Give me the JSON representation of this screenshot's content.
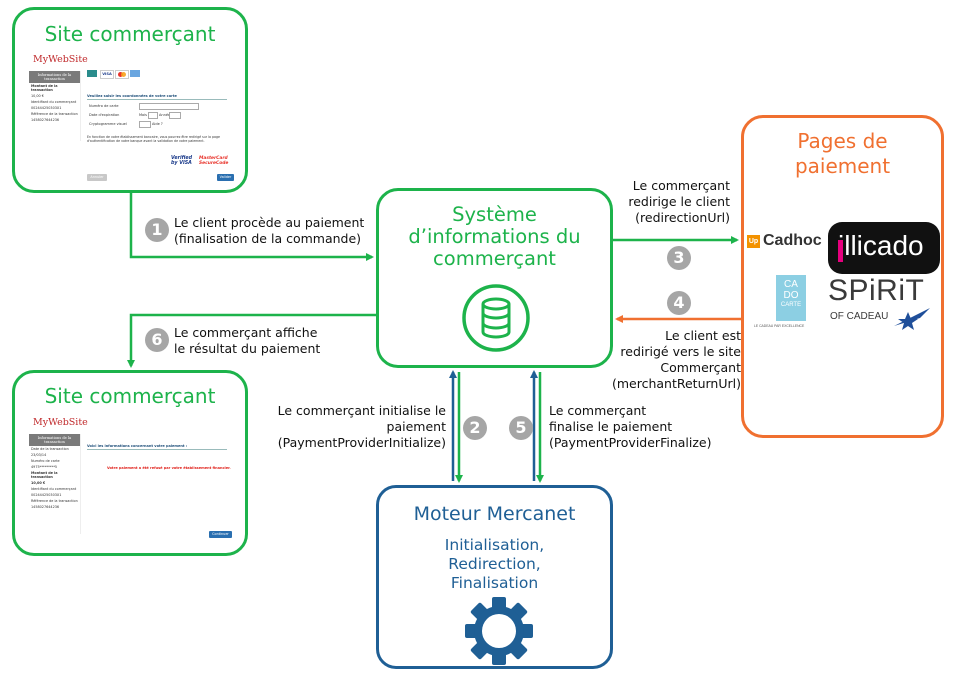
{
  "boxes": {
    "site_top_title": "Site commerçant",
    "site_bottom_title": "Site commerçant",
    "system_title_l1": "Système",
    "system_title_l2": "d’informations du",
    "system_title_l3": "commerçant",
    "payment_pages_l1": "Pages de",
    "payment_pages_l2": "paiement",
    "engine_title": "Moteur Mercanet",
    "engine_sub_l1": "Initialisation,",
    "engine_sub_l2": "Redirection,",
    "engine_sub_l3": "Finalisation"
  },
  "steps": [
    {
      "num": "1",
      "l1": "Le client procède au paiement",
      "l2": "(finalisation de la commande)"
    },
    {
      "num": "2",
      "l1": "Le commerçant initialise le",
      "l2": "paiement",
      "l3": "(PaymentProviderInitialize)"
    },
    {
      "num": "3",
      "l1": "Le commerçant",
      "l2": "redirige le client",
      "l3": "(redirectionUrl)"
    },
    {
      "num": "4",
      "l1": "Le  client est",
      "l2": "redirigé vers le site",
      "l3": "Commerçant",
      "l4": "(merchantReturnUrl)"
    },
    {
      "num": "5",
      "l1": "Le commerçant",
      "l2": "finalise le paiement",
      "l3": "(PaymentProviderFinalize)"
    },
    {
      "num": "6",
      "l1": "Le commerçant affiche",
      "l2": "le résultat du paiement"
    }
  ],
  "logos": {
    "cadhoc_up": "Up",
    "cadhoc": "Cadhoc",
    "illicado": "illicado",
    "cado_l1": "CA",
    "cado_l2": "DO",
    "cado_l3": "CARTE",
    "cado_tag": "LE CADEAU PAR EXCELLENCE",
    "spirit_l1": "SPiRiT",
    "spirit_l2": "OF CADEAU"
  },
  "mini_top": {
    "brand": "MyWebSite",
    "side_header": "Informations de la transaction",
    "side_lines": [
      "Montant de la transaction",
      "10,00 €",
      "Identifiant du commerçant",
      "002444250303X1",
      "Référence de la transaction",
      "1458027644236"
    ],
    "form_title": "Veuillez saisir les coordonnées de votre carte",
    "fields": [
      "Numéro de carte",
      "Date d'expiration",
      "Cryptogramme visuel"
    ],
    "field_extra": [
      "Mois",
      "Année",
      "Aide ?"
    ],
    "notice": "En fonction de votre établissement bancaire, vous pourrez être redirigé sur la page d'authentification de votre banque avant la validation de votre paiement.",
    "verified": "Verified by VISA",
    "securecode": "MasterCard SecureCode",
    "cancel": "Annuler",
    "validate": "Valider",
    "card_visa": "VISA"
  },
  "mini_bottom": {
    "brand": "MyWebSite",
    "side_header": "Informations de la transaction",
    "side_lines": [
      "Date de la transaction",
      "23/03/14",
      "Numéro de carte",
      "4975*********5",
      "Montant de la transaction",
      "10,00 €",
      "Identifiant du commerçant",
      "002444250303X1",
      "Référence de la transaction",
      "1458027644236"
    ],
    "result_title": "Voici les informations concernant votre paiement :",
    "result_msg": "Votre paiement a été refusé par votre établissement financier.",
    "continue": "Continuer"
  },
  "colors": {
    "green": "#1db34b",
    "blue": "#1f5f95",
    "orange": "#f07030",
    "badge": "#a6a6a6"
  }
}
